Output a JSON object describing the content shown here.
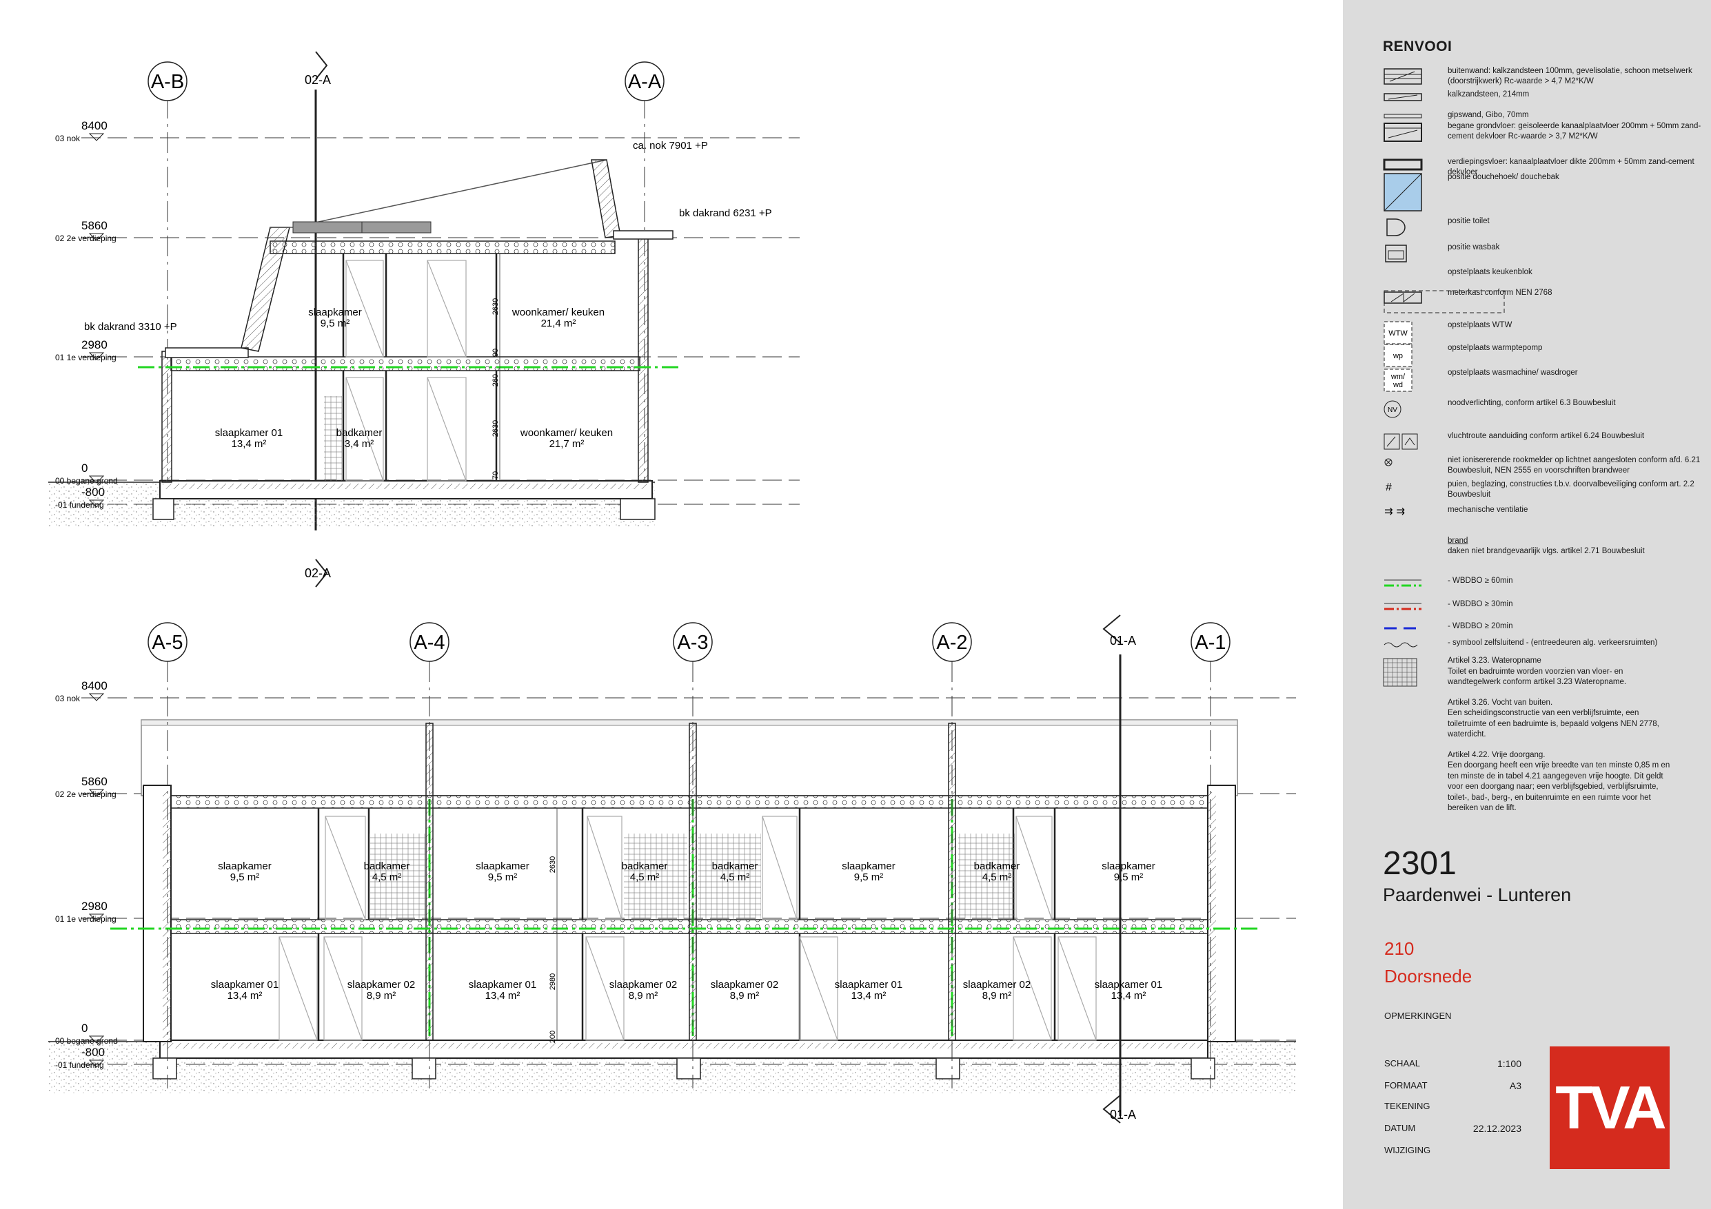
{
  "gridlines_top": [
    "A-B",
    "A-A"
  ],
  "gridlines_bottom": [
    "A-5",
    "A-4",
    "A-3",
    "A-2",
    "A-1"
  ],
  "section_marks": {
    "top": "02-A",
    "bottom": "01-A"
  },
  "levels_top": [
    {
      "value": "8400",
      "label": "03 nok"
    },
    {
      "value": "5860",
      "label": "02 2e verdieping"
    },
    {
      "value": "2980",
      "label": "01 1e verdieping"
    },
    {
      "value": "0",
      "label": "00 begane grond"
    },
    {
      "value": "-800",
      "label": "-01 fundering"
    }
  ],
  "levels_bottom": [
    {
      "value": "8400",
      "label": "03 nok"
    },
    {
      "value": "5860",
      "label": "02 2e verdieping"
    },
    {
      "value": "2980",
      "label": "01 1e verdieping"
    },
    {
      "value": "0",
      "label": "00 begane grond"
    },
    {
      "value": "-800",
      "label": "-01 fundering"
    }
  ],
  "annotations_top": {
    "nok": "ca. nok 7901 +P",
    "dakrand_high": "bk dakrand 6231 +P",
    "dakrand_low": "bk dakrand 3310 +P"
  },
  "dims_top": [
    "2630",
    "90",
    "260",
    "2630",
    "70"
  ],
  "dims_bottom": [
    "2630",
    "2980",
    "200"
  ],
  "rooms_top": [
    {
      "name": "slaapkamer",
      "area": "9,5 m²"
    },
    {
      "name": "woonkamer/ keuken",
      "area": "21,4 m²"
    },
    {
      "name": "slaapkamer 01",
      "area": "13,4 m²"
    },
    {
      "name": "badkamer",
      "area": "3,4 m²"
    },
    {
      "name": "woonkamer/ keuken",
      "area": "21,7 m²"
    }
  ],
  "rooms_bottom_upper": [
    {
      "name": "slaapkamer",
      "area": "9,5 m²"
    },
    {
      "name": "badkamer",
      "area": "4,5 m²"
    },
    {
      "name": "slaapkamer",
      "area": "9,5 m²"
    },
    {
      "name": "badkamer",
      "area": "4,5 m²"
    },
    {
      "name": "badkamer",
      "area": "4,5 m²"
    },
    {
      "name": "slaapkamer",
      "area": "9,5 m²"
    },
    {
      "name": "badkamer",
      "area": "4,5 m²"
    },
    {
      "name": "slaapkamer",
      "area": "9,5 m²"
    }
  ],
  "rooms_bottom_lower": [
    {
      "name": "slaapkamer 01",
      "area": "13,4 m²"
    },
    {
      "name": "slaapkamer 02",
      "area": "8,9 m²"
    },
    {
      "name": "slaapkamer 01",
      "area": "13,4 m²"
    },
    {
      "name": "slaapkamer 02",
      "area": "8,9 m²"
    },
    {
      "name": "slaapkamer 02",
      "area": "8,9 m²"
    },
    {
      "name": "slaapkamer 01",
      "area": "13,4 m²"
    },
    {
      "name": "slaapkamer 02",
      "area": "8,9 m²"
    },
    {
      "name": "slaapkamer 01",
      "area": "13,4 m²"
    }
  ],
  "legend": {
    "title": "RENVOOI",
    "items": [
      {
        "sym": "wall-outer",
        "text": "buitenwand: kalkzandsteen 100mm, gevelisolatie, schoon metselwerk (doorstrijkwerk) Rc-waarde > 4,7 M2*K/W"
      },
      {
        "sym": "wall-ks",
        "text": "kalkzandsteen, 214mm"
      },
      {
        "sym": "wall-gips",
        "text": "gipswand, Gibo, 70mm"
      },
      {
        "sym": "floor-ground",
        "text": "begane grondvloer: geisoleerde kanaalplaatvloer 200mm + 50mm zand-cement dekvloer Rc-waarde > 3,7 M2*K/W"
      },
      {
        "sym": "floor-upper",
        "text": "verdiepingsvloer: kanaalplaatvloer dikte 200mm + 50mm zand-cement dekvloer"
      },
      {
        "sym": "shower",
        "text": "positie douchehoek/ douchebak"
      },
      {
        "sym": "toilet",
        "text": "positie toilet"
      },
      {
        "sym": "sink",
        "text": "positie wasbak"
      },
      {
        "sym": "kitchen",
        "text": "opstelplaats keukenblok"
      },
      {
        "sym": "meter",
        "text": "meterkast conform NEN 2768"
      },
      {
        "sym": "wtw",
        "label": "WTW",
        "text": "opstelplaats WTW"
      },
      {
        "sym": "wp",
        "label": "wp",
        "text": "opstelplaats warmptepomp"
      },
      {
        "sym": "wm",
        "label": "wm/ wd",
        "text": "opstelplaats wasmachine/ wasdroger"
      },
      {
        "sym": "nv",
        "label": "NV",
        "text": "noodverlichting, conform artikel 6.3 Bouwbesluit"
      },
      {
        "sym": "exit",
        "text": "vluchtroute aanduiding conform artikel 6.24 Bouwbesluit"
      },
      {
        "sym": "smoke",
        "text": "niet ionisererende rookmelder op lichtnet aangesloten conform afd. 6.21 Bouwbesluit, NEN 2555 en voorschriften brandweer"
      },
      {
        "sym": "hash",
        "label": "#",
        "text": "puien, beglazing, constructies t.b.v. doorvalbeveiliging conform art. 2.2 Bouwbesluit"
      },
      {
        "sym": "vent",
        "text": "mechanische ventilatie"
      },
      {
        "sym": "brand",
        "heading": "brand",
        "text": "daken niet brandgevaarlijk vlgs. artikel 2.71 Bouwbesluit"
      },
      {
        "sym": "wbdbo60",
        "text": "- WBDBO ≥ 60min"
      },
      {
        "sym": "wbdbo30",
        "text": "- WBDBO ≥ 30min"
      },
      {
        "sym": "wbdbo20",
        "text": "- WBDBO ≥ 20min"
      },
      {
        "sym": "zelfsl",
        "text": "- symbool zelfsluitend - (entreedeuren alg. verkeersruimten)"
      }
    ],
    "articles": [
      "Artikel 3.23. Wateropname\nToilet en badruimte worden voorzien van vloer- en wandtegelwerk conform artikel 3.23 Wateropname.",
      "Artikel 3.26. Vocht van buiten.\nEen scheidingsconstructie van een verblijfsruimte, een toiletruimte of een badruimte is, bepaald volgens NEN 2778, waterdicht.",
      "Artikel 4.22. Vrije doorgang.\nEen doorgang heeft een vrije breedte van ten minste 0,85 m en ten minste de in tabel 4.21 aangegeven vrije hoogte. Dit geldt voor een doorgang naar; een verblijfsgebied, verblijfsruimte, toilet-, bad-, berg-, en buitenruimte en een ruimte voor het bereiken van de lift."
    ]
  },
  "title_block": {
    "project_number": "2301",
    "project_name": "Paardenwei - Lunteren",
    "sheet_number": "210",
    "sheet_title": "Doorsnede",
    "remarks_label": "OPMERKINGEN",
    "fields": [
      {
        "label": "SCHAAL",
        "value": "1:100"
      },
      {
        "label": "FORMAAT",
        "value": "A3"
      },
      {
        "label": "TEKENING",
        "value": ""
      },
      {
        "label": "DATUM",
        "value": "22.12.2023"
      },
      {
        "label": "WIJZIGING",
        "value": ""
      }
    ],
    "logo": "TVA"
  },
  "colors": {
    "red": "#d52b1e",
    "green": "#22d622",
    "blue": "#1a2ad6",
    "panel": "#dcdcdc"
  }
}
